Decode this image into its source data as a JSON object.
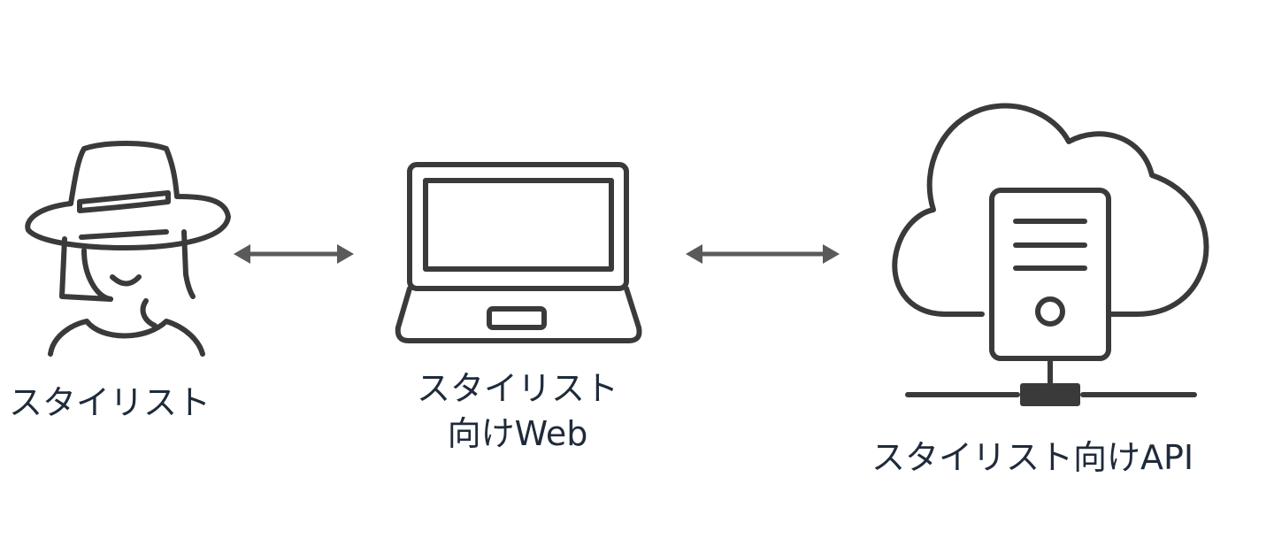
{
  "nodes": [
    {
      "id": "stylist",
      "label": "スタイリスト",
      "icon": "person-with-hat-icon"
    },
    {
      "id": "web",
      "label_line1": "スタイリスト",
      "label_line2": "向けWeb",
      "icon": "laptop-icon"
    },
    {
      "id": "api",
      "label": "スタイリスト向けAPI",
      "icon": "cloud-server-icon"
    }
  ],
  "connections": [
    {
      "from": "stylist",
      "to": "web",
      "direction": "bidirectional"
    },
    {
      "from": "web",
      "to": "api",
      "direction": "bidirectional"
    }
  ],
  "colors": {
    "icon": "#3a3a3a",
    "arrow": "#5a5a5a",
    "text": "#1f2b3a"
  }
}
